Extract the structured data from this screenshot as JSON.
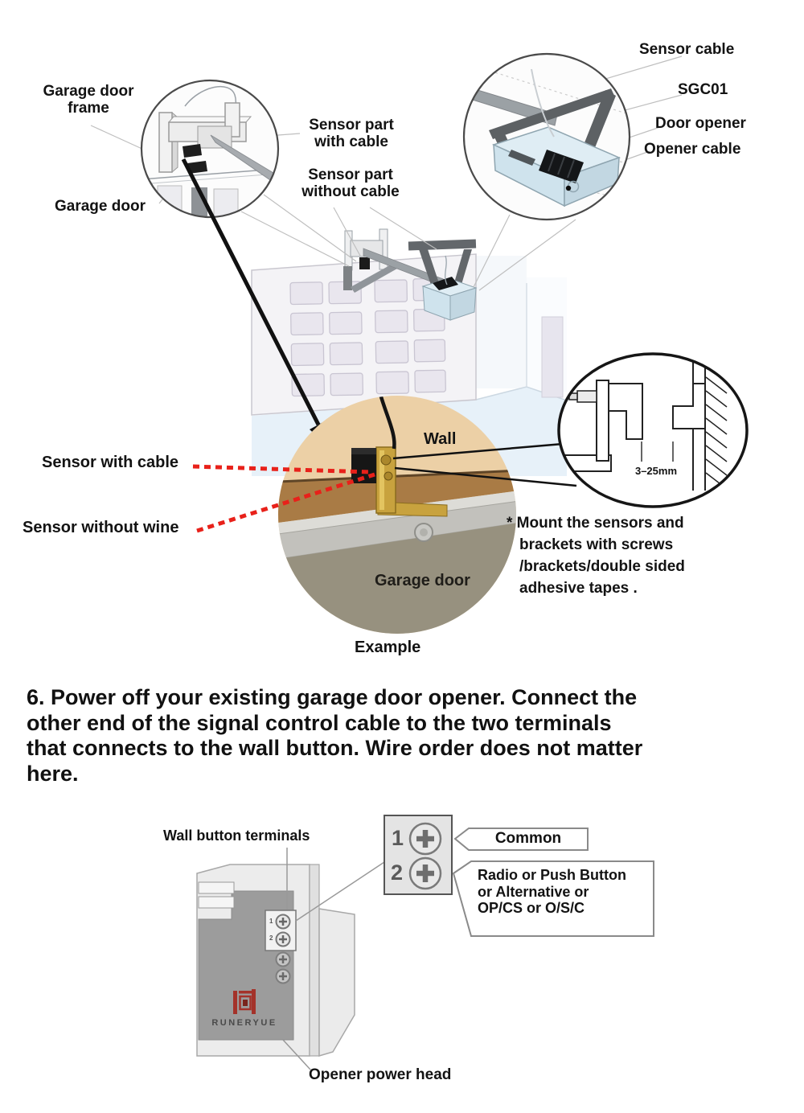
{
  "top_diagram": {
    "labels": {
      "garage_door_frame_line1": "Garage door",
      "garage_door_frame_line2": "frame",
      "sensor_part_with_cable_line1": "Sensor part",
      "sensor_part_with_cable_line2": "with cable",
      "sensor_part_without_cable_line1": "Sensor part",
      "sensor_part_without_cable_line2": "without cable",
      "garage_door": "Garage door",
      "sensor_cable": "Sensor cable",
      "model": "SGC01",
      "door_opener": "Door opener",
      "opener_cable": "Opener cable"
    }
  },
  "photo_detail": {
    "wall": "Wall",
    "sensor_with_cable": "Sensor with cable",
    "sensor_without_wine": "Sensor without wine",
    "garage_door": "Garage door",
    "example": "Example",
    "bracket_gap": "3–25mm",
    "mount_note_line1": "* Mount the sensors and",
    "mount_note_line2": "brackets with screws",
    "mount_note_line3": "/brackets/double sided",
    "mount_note_line4": "adhesive tapes .",
    "accent_red": "#e8211a"
  },
  "instruction": {
    "step6": "6. Power off your existing garage door opener. Connect the\nother end of the signal control cable to the two terminals\nthat connects to the wall button. Wire order does not matter\nhere."
  },
  "wiring": {
    "wall_button_terminals": "Wall button terminals",
    "terminal_1": "1",
    "terminal_2": "2",
    "strip_terminal_1": "1",
    "strip_terminal_2": "2",
    "common_label": "Common",
    "radio_line1": "Radio or Push Button",
    "radio_line2": "or Alternative or",
    "radio_line3": "OP/CS or O/S/C",
    "brand": "RUNERYUE",
    "brand_color": "#a4322a",
    "opener_power_head": "Opener power head"
  }
}
